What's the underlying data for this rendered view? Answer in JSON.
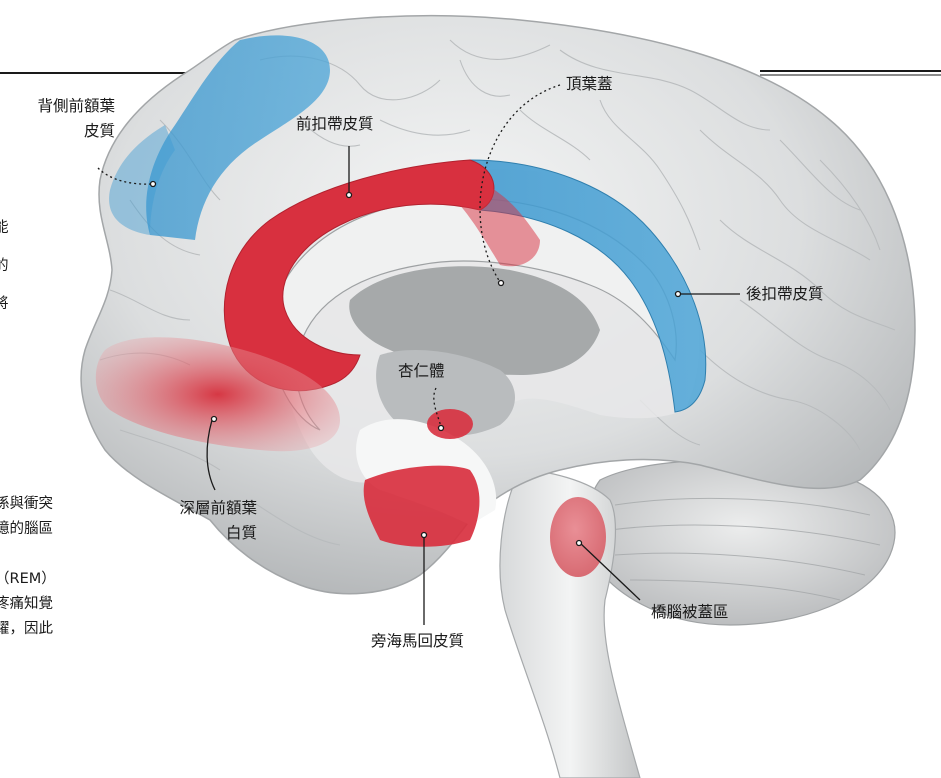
{
  "labels": {
    "dlpfc_1": "背側前額葉",
    "dlpfc_2": "皮質",
    "acc": "前扣帶皮質",
    "precuneus": "頂葉蓋",
    "pcc": "後扣帶皮質",
    "amygdala": "杏仁體",
    "deep_wm_1": "深層前額葉",
    "deep_wm_2": "白質",
    "parahippocampal": "旁海馬回皮質",
    "pons": "橋腦被蓋區"
  },
  "side_text": {
    "frag_1": "能",
    "frag_2": "的",
    "frag_3": "將",
    "line_1": "係與衝突",
    "line_2": "憶的腦區",
    "line_3": "（REM）",
    "line_4": "疼痛知覺",
    "line_5": "躍，因此"
  },
  "colors": {
    "active_red": "#d8303f",
    "inactive_blue": "#3f9bd2",
    "brain_gray": "#cfd1d2"
  }
}
